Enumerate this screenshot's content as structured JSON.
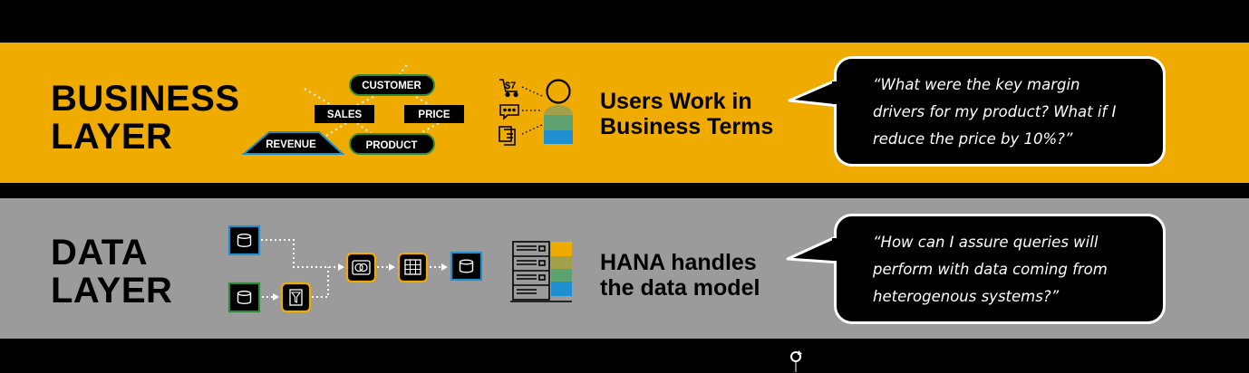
{
  "business": {
    "title_lines": [
      "BUSINESS",
      "LAYER"
    ],
    "entities": {
      "customer": "CUSTOMER",
      "sales": "SALES",
      "price": "PRICE",
      "revenue": "REVENUE",
      "product": "PRODUCT"
    },
    "subtitle_lines": [
      "Users Work in",
      "Business Terms"
    ],
    "quote_lines": [
      "“What were the key margin",
      "drivers for my product? What if I",
      "reduce the price by 10%?”"
    ]
  },
  "data": {
    "title_lines": [
      "DATA",
      "LAYER"
    ],
    "subtitle_lines": [
      "HANA handles",
      "the data model"
    ],
    "quote_lines": [
      "“How can I assure queries will",
      "perform with data coming from",
      "heterogenous systems?”"
    ]
  },
  "colors": {
    "business_band": "#F0AB00",
    "data_band": "#9B9B9B",
    "background": "#000000",
    "entity_border": "#2E8B3C",
    "revenue_border": "#1E8FC8",
    "stack_orange": "#F0AB00",
    "stack_olive": "#A2A04A",
    "stack_green": "#5EA271",
    "stack_blue": "#1E8FD0"
  },
  "icons": {
    "user": "user-icon",
    "cart": "dollar-cart-icon",
    "chat": "chat-icon",
    "document": "document-icon",
    "server": "server-rack-icon",
    "database": "database-icon",
    "filter": "filter-icon",
    "join": "join-icon",
    "table": "table-icon",
    "cursor": "rotate-cursor-icon"
  }
}
